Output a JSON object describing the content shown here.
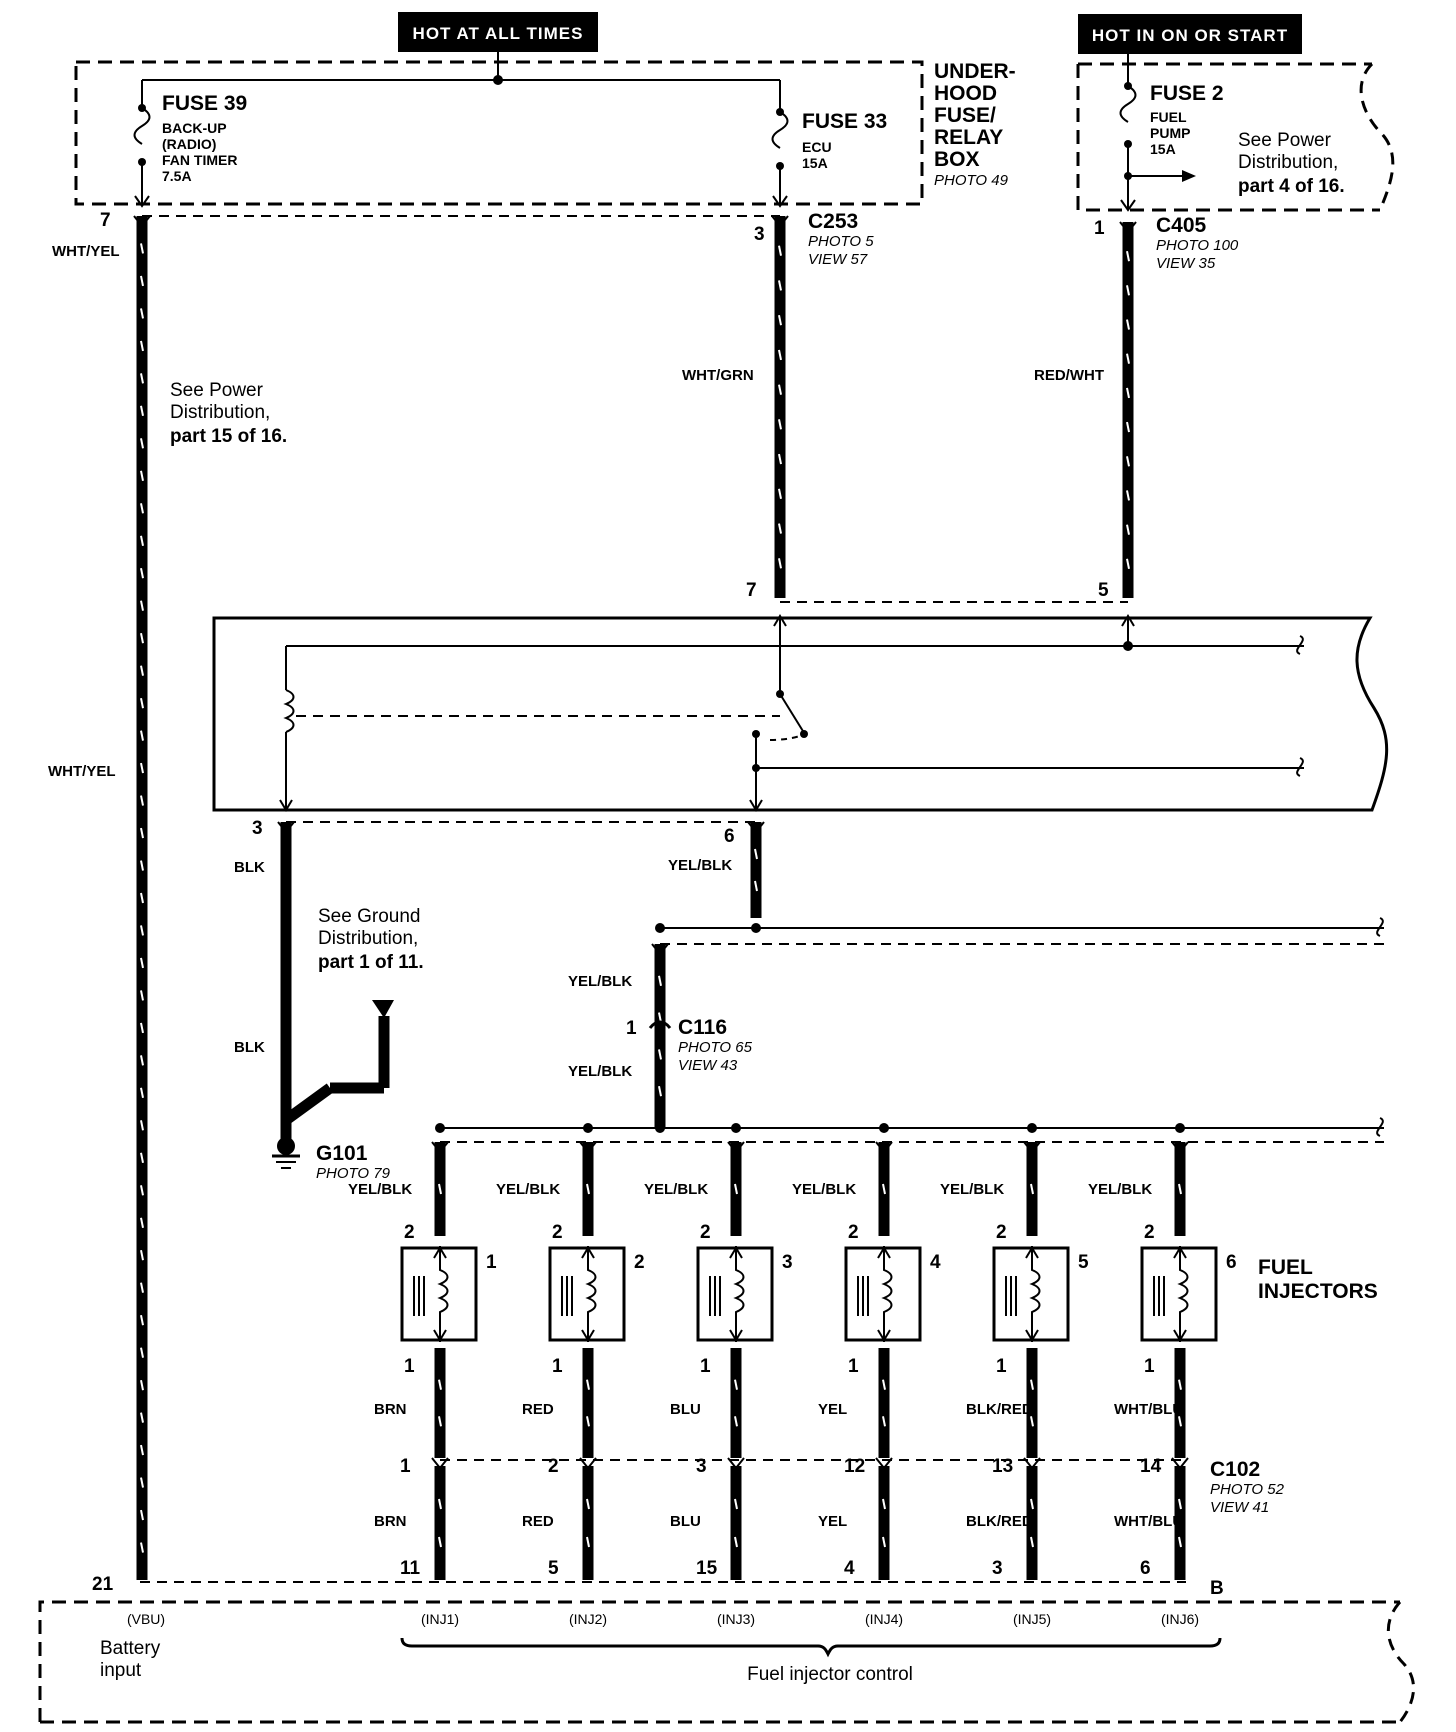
{
  "headers": {
    "hot_at_all_times": "HOT AT ALL TIMES",
    "hot_in_on_or_start": "HOT IN ON OR START"
  },
  "underhood_box": {
    "title_lines": [
      "UNDER-",
      "HOOD",
      "FUSE/",
      "RELAY",
      "BOX"
    ],
    "photo": "PHOTO 49",
    "fuse39": {
      "name": "FUSE 39",
      "desc": [
        "BACK-UP",
        "(RADIO)",
        "FAN TIMER"
      ],
      "rating": "7.5A"
    },
    "fuse33": {
      "name": "FUSE 33",
      "desc": [
        "ECU"
      ],
      "rating": "15A"
    }
  },
  "fuse2_box": {
    "fuse2": {
      "name": "FUSE 2",
      "desc": [
        "FUEL",
        "PUMP"
      ],
      "rating": "15A"
    },
    "note": [
      "See Power",
      "Distribution,",
      "part 4 of 16."
    ]
  },
  "connectors": {
    "c253": {
      "name": "C253",
      "photo": "PHOTO 5",
      "view": "VIEW 57"
    },
    "c405": {
      "name": "C405",
      "photo": "PHOTO 100",
      "view": "VIEW 35"
    },
    "c116": {
      "name": "C116",
      "photo": "PHOTO 65",
      "view": "VIEW 43"
    },
    "c102": {
      "name": "C102",
      "photo": "PHOTO 52",
      "view": "VIEW 41"
    },
    "g101": {
      "name": "G101",
      "photo": "PHOTO 79"
    }
  },
  "notes": {
    "power15": [
      "See Power",
      "Distribution,",
      "part 15 of 16."
    ],
    "ground1": [
      "See Ground",
      "Distribution,",
      "part 1 of 11."
    ]
  },
  "pins": {
    "fuse39_out": "7",
    "c253": "3",
    "c405": "1",
    "relay_in_grn": "7",
    "relay_in_red": "5",
    "relay_out_blk": "3",
    "relay_out_yelblk": "6",
    "c116": "1",
    "vbu": "21",
    "ecu_b": "B"
  },
  "wires": {
    "wht_yel": "WHT/YEL",
    "wht_grn": "WHT/GRN",
    "red_wht": "RED/WHT",
    "blk": "BLK",
    "yel_blk": "YEL/BLK"
  },
  "injectors": [
    {
      "num": "1",
      "top_pin": "2",
      "bot_pin": "1",
      "wire_top": "YEL/BLK",
      "wire_bot": "BRN",
      "wire_lower": "BRN",
      "c102_pin": "1",
      "ecu_pin": "11",
      "signal": "(INJ1)"
    },
    {
      "num": "2",
      "top_pin": "2",
      "bot_pin": "1",
      "wire_top": "YEL/BLK",
      "wire_bot": "RED",
      "wire_lower": "RED",
      "c102_pin": "2",
      "ecu_pin": "5",
      "signal": "(INJ2)"
    },
    {
      "num": "3",
      "top_pin": "2",
      "bot_pin": "1",
      "wire_top": "YEL/BLK",
      "wire_bot": "BLU",
      "wire_lower": "BLU",
      "c102_pin": "3",
      "ecu_pin": "15",
      "signal": "(INJ3)"
    },
    {
      "num": "4",
      "top_pin": "2",
      "bot_pin": "1",
      "wire_top": "YEL/BLK",
      "wire_bot": "YEL",
      "wire_lower": "YEL",
      "c102_pin": "12",
      "ecu_pin": "4",
      "signal": "(INJ4)"
    },
    {
      "num": "5",
      "top_pin": "2",
      "bot_pin": "1",
      "wire_top": "YEL/BLK",
      "wire_bot": "BLK/RED",
      "wire_lower": "BLK/RED",
      "c102_pin": "13",
      "ecu_pin": "3",
      "signal": "(INJ5)"
    },
    {
      "num": "6",
      "top_pin": "2",
      "bot_pin": "1",
      "wire_top": "YEL/BLK",
      "wire_bot": "WHT/BLU",
      "wire_lower": "WHT/BLU",
      "c102_pin": "14",
      "ecu_pin": "6",
      "signal": "(INJ6)"
    }
  ],
  "injectors_title": [
    "FUEL",
    "INJECTORS"
  ],
  "ecu": {
    "vbu": "(VBU)",
    "battery_input": [
      "Battery",
      "input"
    ],
    "fuel_injector_control": "Fuel injector control"
  }
}
